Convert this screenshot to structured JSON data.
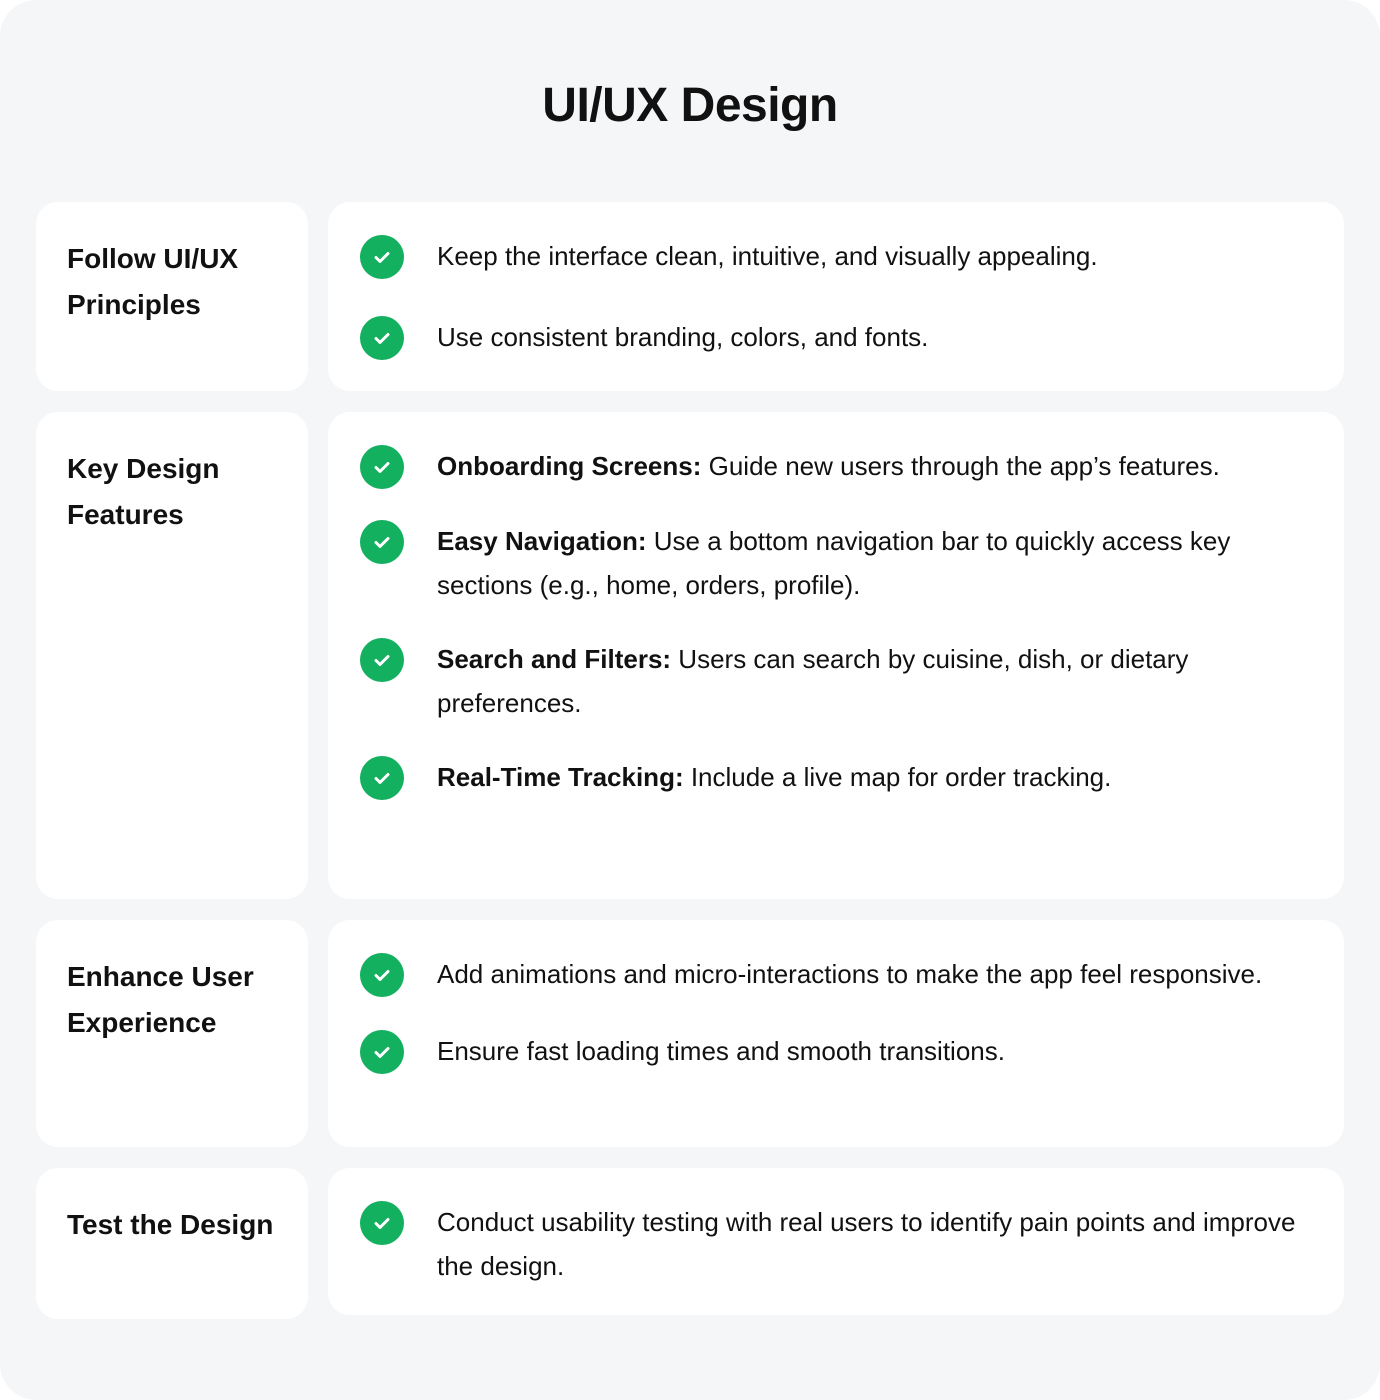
{
  "title": "UI/UX Design",
  "accent_color": "#12b05f",
  "sections": [
    {
      "label": "Follow UI/UX Principles",
      "items": [
        {
          "bold": "",
          "text": "Keep the interface clean, intuitive, and visually appealing."
        },
        {
          "bold": "",
          "text": "Use consistent branding, colors, and fonts."
        }
      ]
    },
    {
      "label": "Key Design Features",
      "items": [
        {
          "bold": "Onboarding Screens:",
          "text": " Guide new users through the app’s features."
        },
        {
          "bold": "Easy Navigation:",
          "text": " Use a bottom navigation bar to quickly access key sections (e.g., home, orders, profile)."
        },
        {
          "bold": "Search and Filters:",
          "text": " Users can search by cuisine, dish, or dietary preferences."
        },
        {
          "bold": "Real-Time Tracking:",
          "text": " Include a live map for order tracking."
        }
      ]
    },
    {
      "label": "Enhance User Experience",
      "items": [
        {
          "bold": "",
          "text": "Add animations and micro-interactions to make the app feel responsive."
        },
        {
          "bold": "",
          "text": "Ensure fast loading times and smooth transitions."
        }
      ]
    },
    {
      "label": "Test the Design",
      "items": [
        {
          "bold": "",
          "text": "Conduct usability testing with real users to identify pain points and improve the design."
        }
      ]
    }
  ]
}
